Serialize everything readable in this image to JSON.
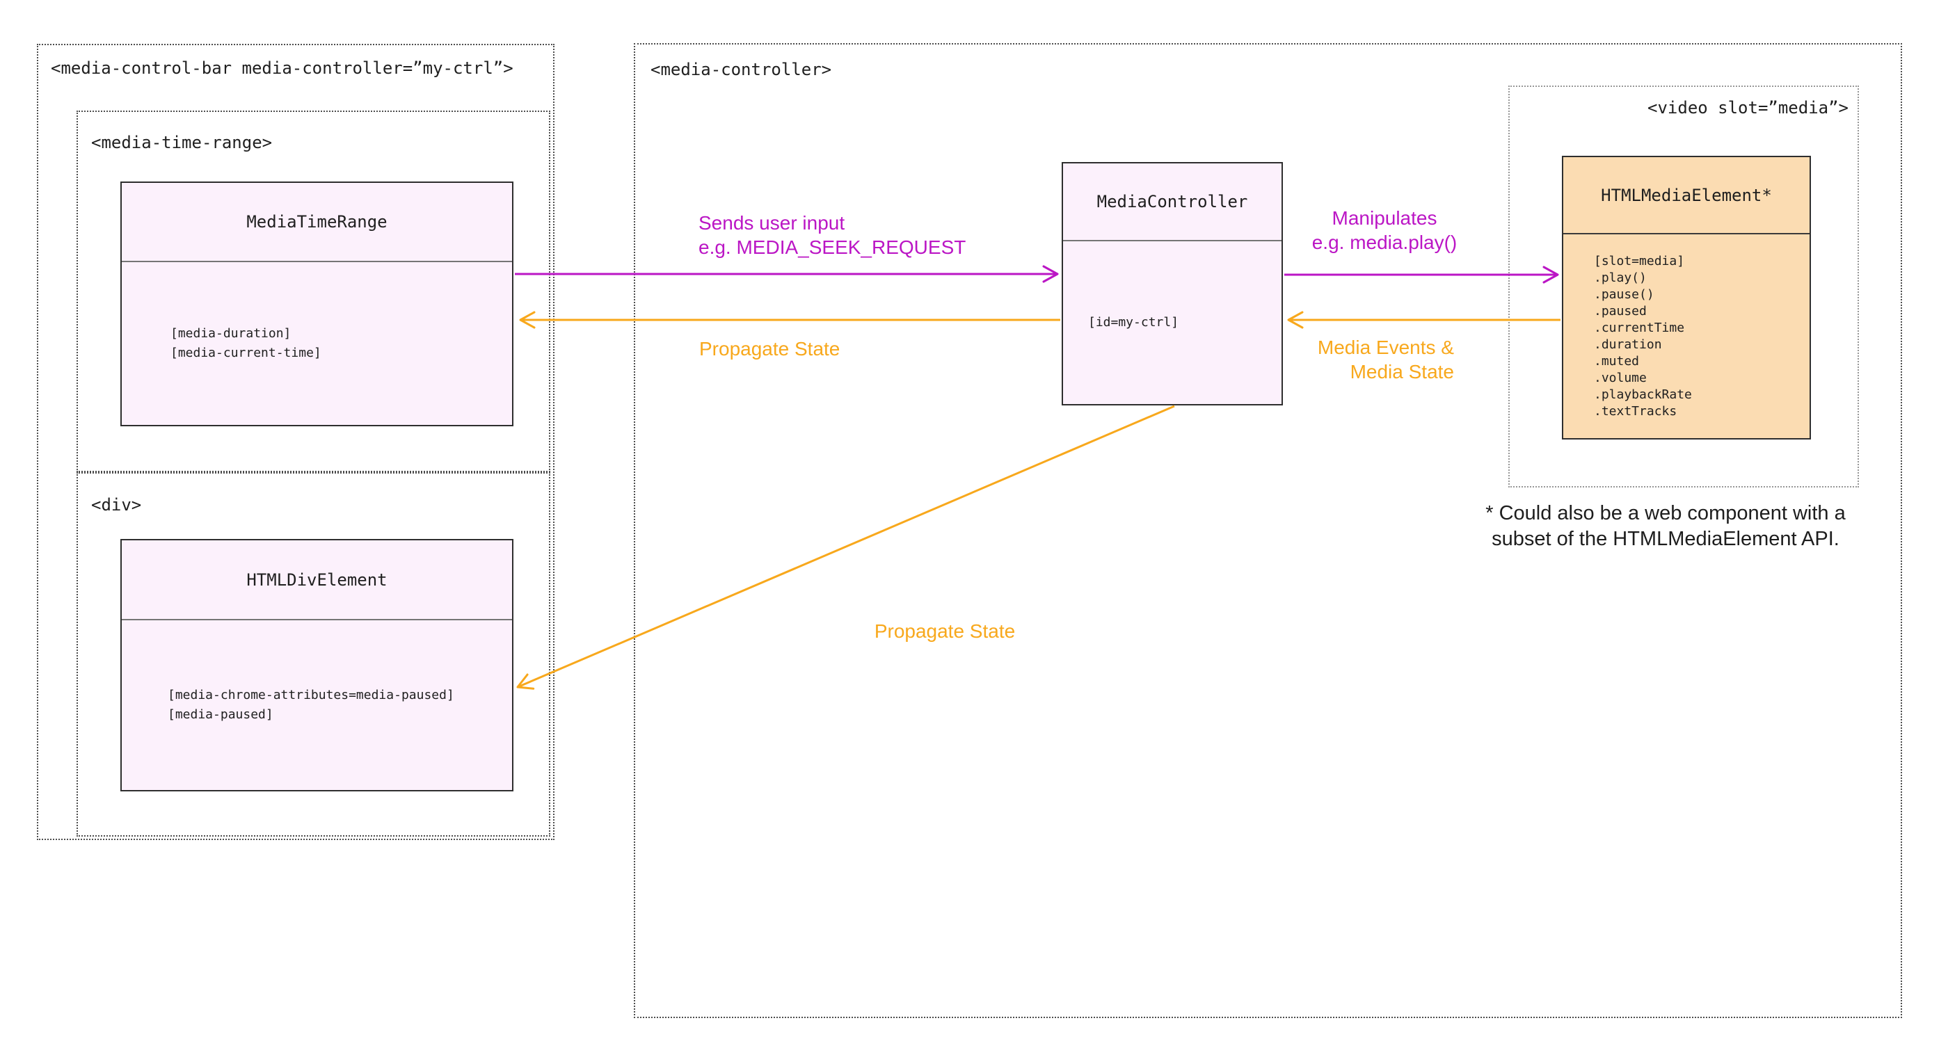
{
  "colors": {
    "magenta": "#BB16C5",
    "orange": "#F8A81C",
    "pink_box_fill": "#FCF1FC",
    "orange_box_fill": "#FBDCB2",
    "text": "#1F1F1F"
  },
  "left_panel": {
    "tag_label": "<media-control-bar media-controller=”my-ctrl”>",
    "time_range_group": {
      "tag_label": "<media-time-range>",
      "class_box": {
        "title": "MediaTimeRange",
        "attributes": [
          "[media-duration]",
          "[media-current-time]"
        ]
      }
    },
    "div_group": {
      "tag_label": "<div>",
      "class_box": {
        "title": "HTMLDivElement",
        "attributes": [
          "[media-chrome-attributes=media-paused]",
          "[media-paused]"
        ]
      }
    }
  },
  "controller_panel": {
    "tag_label": "<media-controller>",
    "class_box": {
      "title": "MediaController",
      "attributes": [
        "[id=my-ctrl]"
      ]
    },
    "video_group": {
      "tag_label": "<video slot=”media”>",
      "class_box": {
        "title": "HTMLMediaElement*",
        "attributes": [
          "[slot=media]",
          ".play()",
          ".pause()",
          ".paused",
          ".currentTime",
          ".duration",
          ".muted",
          ".volume",
          ".playbackRate",
          ".textTracks"
        ]
      }
    }
  },
  "arrow_labels": {
    "sends_user_input_line1": "Sends user input",
    "sends_user_input_line2": "e.g. MEDIA_SEEK_REQUEST",
    "propagate_state_left": "Propagate State",
    "manipulates_line1": "Manipulates",
    "manipulates_line2": "e.g. media.play()",
    "media_events_line1": "Media Events &",
    "media_events_line2": "Media State",
    "propagate_state_diagonal": "Propagate State"
  },
  "footnote": {
    "line1": "* Could also be a web component with a",
    "line2": "subset of the HTMLMediaElement API."
  }
}
